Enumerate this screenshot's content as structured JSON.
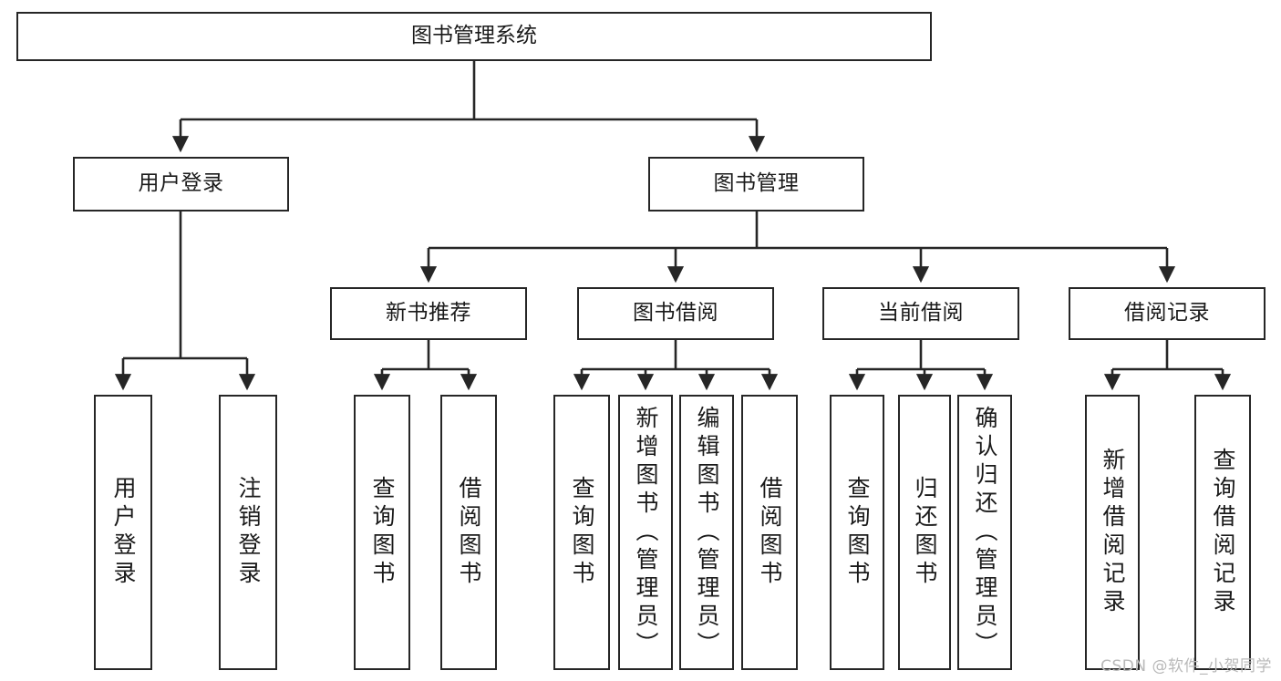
{
  "diagram": {
    "title": "图书管理系统",
    "type": "tree",
    "orientation": "top-down",
    "colors": {
      "box_border": "#262626",
      "box_fill": "#ffffff",
      "connector": "#262626",
      "text": "#1a1a1a",
      "watermark": "#b9b9b9",
      "background": "#ffffff"
    },
    "root": {
      "id": "root",
      "label": "图书管理系统",
      "text_direction": "horizontal"
    },
    "level2": [
      {
        "id": "user-login",
        "label": "用户登录",
        "text_direction": "horizontal"
      },
      {
        "id": "book-manage",
        "label": "图书管理",
        "text_direction": "horizontal"
      }
    ],
    "level3": [
      {
        "id": "new-book-recommend",
        "label": "新书推荐",
        "text_direction": "horizontal",
        "parent": "book-manage"
      },
      {
        "id": "book-borrow",
        "label": "图书借阅",
        "text_direction": "horizontal",
        "parent": "book-manage"
      },
      {
        "id": "current-borrow",
        "label": "当前借阅",
        "text_direction": "horizontal",
        "parent": "book-manage"
      },
      {
        "id": "borrow-record",
        "label": "借阅记录",
        "text_direction": "horizontal",
        "parent": "book-manage"
      }
    ],
    "leaves": [
      {
        "id": "leaf-user-login",
        "label": "用户登录",
        "text_direction": "vertical",
        "parent": "user-login"
      },
      {
        "id": "leaf-user-logout",
        "label": "注销登录",
        "text_direction": "vertical",
        "parent": "user-login"
      },
      {
        "id": "leaf-query-book-1",
        "label": "查询图书",
        "text_direction": "vertical",
        "parent": "new-book-recommend"
      },
      {
        "id": "leaf-borrow-book-1",
        "label": "借阅图书",
        "text_direction": "vertical",
        "parent": "new-book-recommend"
      },
      {
        "id": "leaf-query-book-2",
        "label": "查询图书",
        "text_direction": "vertical",
        "parent": "book-borrow"
      },
      {
        "id": "leaf-add-book",
        "label": "新增图书（管理员）",
        "text_direction": "vertical",
        "parent": "book-borrow"
      },
      {
        "id": "leaf-edit-book",
        "label": "编辑图书（管理员）",
        "text_direction": "vertical",
        "parent": "book-borrow"
      },
      {
        "id": "leaf-borrow-book-2",
        "label": "借阅图书",
        "text_direction": "vertical",
        "parent": "book-borrow"
      },
      {
        "id": "leaf-query-book-3",
        "label": "查询图书",
        "text_direction": "vertical",
        "parent": "current-borrow"
      },
      {
        "id": "leaf-return-book",
        "label": "归还图书",
        "text_direction": "vertical",
        "parent": "current-borrow"
      },
      {
        "id": "leaf-confirm-return",
        "label": "确认归还（管理员）",
        "text_direction": "vertical",
        "parent": "current-borrow"
      },
      {
        "id": "leaf-add-record",
        "label": "新增借阅记录",
        "text_direction": "vertical",
        "parent": "borrow-record"
      },
      {
        "id": "leaf-query-record",
        "label": "查询借阅记录",
        "text_direction": "vertical",
        "parent": "borrow-record"
      }
    ]
  },
  "watermark": {
    "text": "CSDN @软件_小贺同学"
  }
}
